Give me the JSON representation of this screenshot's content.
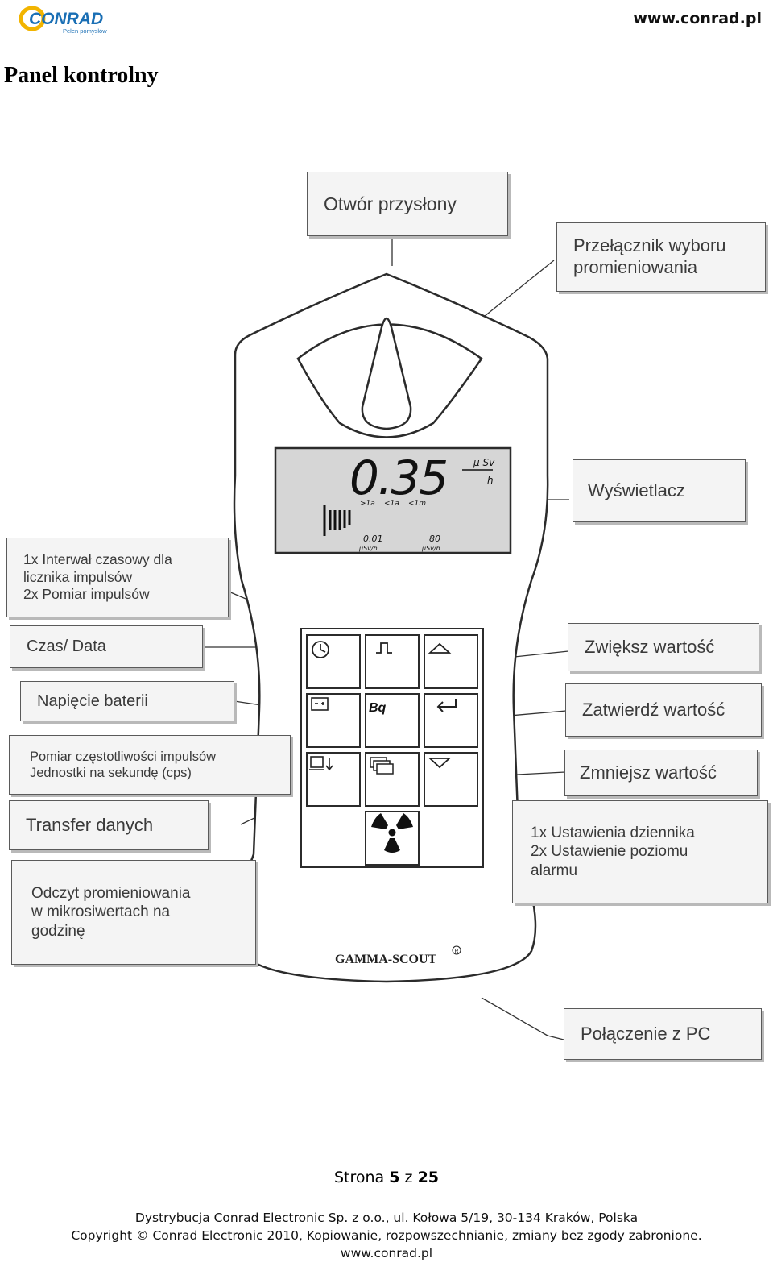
{
  "header": {
    "logo_text": "CONRAD",
    "logo_tagline": "Pełen pomysłów",
    "url": "www.conrad.pl"
  },
  "page_title": "Panel kontrolny",
  "device": {
    "display_value": "0.35",
    "unit_top": "μ Sv",
    "unit_bottom": "h",
    "interval_labels": [
      ">1a",
      "<1a",
      "<1m"
    ],
    "scale_min": "0.01",
    "scale_min_unit": "μSv/h",
    "scale_max": "80",
    "scale_max_unit": "μSv/h",
    "brand": "GAMMA-SCOUT",
    "button_labels": {
      "bq": "Bq"
    }
  },
  "callouts": {
    "aperture": "Otwór przysłony",
    "radiation_selector": "Przełącznik wyboru\npromieniowania",
    "display": "Wyświetlacz",
    "interval": "1x Interwał czasowy dla\nlicznika impulsów\n2x Pomiar impulsów",
    "time_date": "Czas/ Data",
    "battery": "Napięcie baterii",
    "pulse_rate": "Pomiar częstotliwości impulsów\nJednostki na sekundę (cps)",
    "data_transfer": "Transfer danych",
    "radiation_reading": "Odczyt promieniowania\nw mikrosiwertach na\ngodzinę",
    "increase": "Zwiększ wartość",
    "confirm": "Zatwierdź wartość",
    "decrease": "Zmniejsz wartość",
    "log_alarm": "1x Ustawienia dziennika\n2x Ustawienie poziomu\nalarmu",
    "pc_connection": "Połączenie z PC"
  },
  "footer": {
    "page_prefix": "Strona",
    "page_number": "5",
    "page_sep": "z",
    "page_total": "25",
    "line1": "Dystrybucja Conrad Electronic Sp. z o.o., ul. Kołowa 5/19, 30-134 Kraków, Polska",
    "line2": "Copyright © Conrad Electronic 2010, Kopiowanie, rozpowszechnianie, zmiany bez zgody zabronione.",
    "line3": "www.conrad.pl"
  },
  "colors": {
    "logo_blue": "#1a6fb5",
    "logo_yellow": "#f2b400",
    "lcd_bg": "#d6d6d6",
    "callout_bg": "#f4f4f4"
  }
}
